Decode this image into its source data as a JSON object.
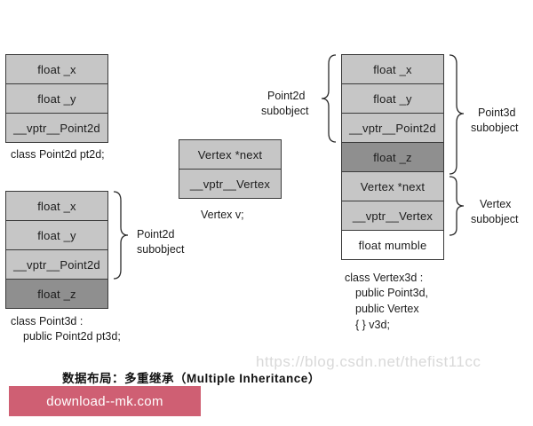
{
  "point2d": {
    "cells": [
      "float _x",
      "float _y",
      "__vptr__Point2d"
    ],
    "caption": "class Point2d pt2d;"
  },
  "point3d": {
    "cells": [
      "float _x",
      "float _y",
      "__vptr__Point2d",
      "float _z"
    ],
    "caption_line1": "class Point3d :",
    "caption_line2": "public Point2d pt3d;",
    "brace_label_line1": "Point2d",
    "brace_label_line2": "subobject"
  },
  "vertex": {
    "cells": [
      "Vertex *next",
      "__vptr__Vertex"
    ],
    "caption": "Vertex v;"
  },
  "vertex3d": {
    "cells": [
      "float _x",
      "float _y",
      "__vptr__Point2d",
      "float _z",
      "Vertex *next",
      "__vptr__Vertex",
      "float mumble"
    ],
    "caption_line1": "class Vertex3d :",
    "caption_line2": "public Point3d,",
    "caption_line3": "public Vertex",
    "caption_line4": "{ } v3d;",
    "left_brace_line1": "Point2d",
    "left_brace_line2": "subobject",
    "right_top_brace_line1": "Point3d",
    "right_top_brace_line2": "subobject",
    "right_bottom_brace_line1": "Vertex",
    "right_bottom_brace_line2": "subobject"
  },
  "figure_title": "数据布局：多重继承（Multiple Inheritance）",
  "watermark": "https://blog.csdn.net/thefist11cc",
  "banner_text": "download--mk.com",
  "colors": {
    "cell_light": "#c6c6c6",
    "cell_dark": "#8f8f8f",
    "cell_white": "#ffffff",
    "banner": "#cf5f73"
  }
}
